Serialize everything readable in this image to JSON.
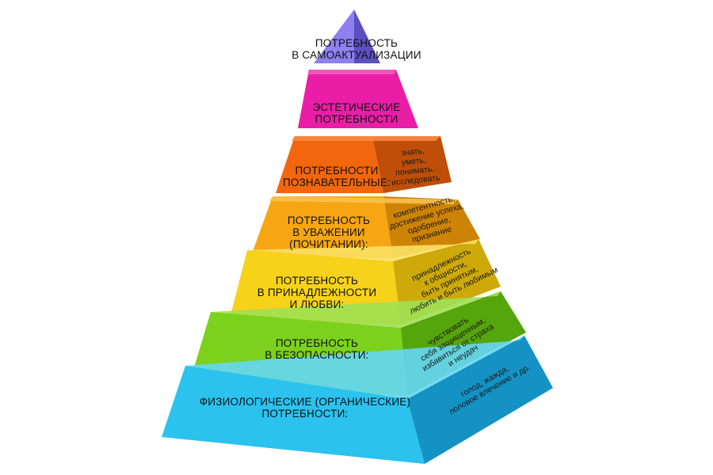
{
  "diagram": {
    "levels": [
      {
        "id": "self-actualization",
        "title": "ПОТРЕБНОСТЬ\nВ САМОАКТУАЛИЗАЦИИ",
        "details": "",
        "colors": {
          "front": "#8f7ff0",
          "side": "#5c4fc0",
          "top": "#a79af5"
        }
      },
      {
        "id": "aesthetic",
        "title": "ЭСТЕТИЧЕСКИЕ\nПОТРЕБНОСТИ",
        "details": "",
        "colors": {
          "front": "#ea1ea6",
          "side": "#b0127c",
          "top": "#f25cc0"
        }
      },
      {
        "id": "cognitive",
        "title": "ПОТРЕБНОСТИ\nПОЗНАВАТЕЛЬНЫЕ:",
        "details": "знать,\nуметь,\nпонимать,\nисследовать",
        "colors": {
          "front": "#f2660e",
          "side": "#c04e08",
          "top": "#f78a44"
        }
      },
      {
        "id": "esteem",
        "title": "ПОТРЕБНОСТЬ\nВ УВАЖЕНИИ\n(ПОЧИТАНИИ):",
        "details": "компетентность,\nдостижение успеха,\nодобрение,\nпризнание",
        "colors": {
          "front": "#f7a613",
          "side": "#cd8306",
          "top": "#fac04f"
        }
      },
      {
        "id": "belonging",
        "title": "ПОТРЕБНОСТЬ\nВ ПРИНАДЛЕЖНОСТИ\nИ ЛЮБВИ:",
        "details": "принадлежность\nк общности,\nбыть принятым,\nлюбить и быть любимым",
        "colors": {
          "front": "#f6d21b",
          "side": "#cda90a",
          "top": "#fae164"
        }
      },
      {
        "id": "safety",
        "title": "ПОТРЕБНОСТЬ\nВ БЕЗОПАСНОСТИ:",
        "details": "чувствовать\nсебя защищенным,\nизбавиться от страха\nи неудач",
        "colors": {
          "front": "#7cd11d",
          "side": "#55a50c",
          "top": "#a0e053"
        }
      },
      {
        "id": "physiological",
        "title": "ФИЗИОЛОГИЧЕСКИЕ (ОРГАНИЧЕСКИЕ)\nПОТРЕБНОСТИ:",
        "details": "голод, жажда,\nполовое влечение и др.",
        "colors": {
          "front": "#2bc2ee",
          "side": "#1592c4",
          "top": "#66d6f5"
        }
      }
    ]
  }
}
